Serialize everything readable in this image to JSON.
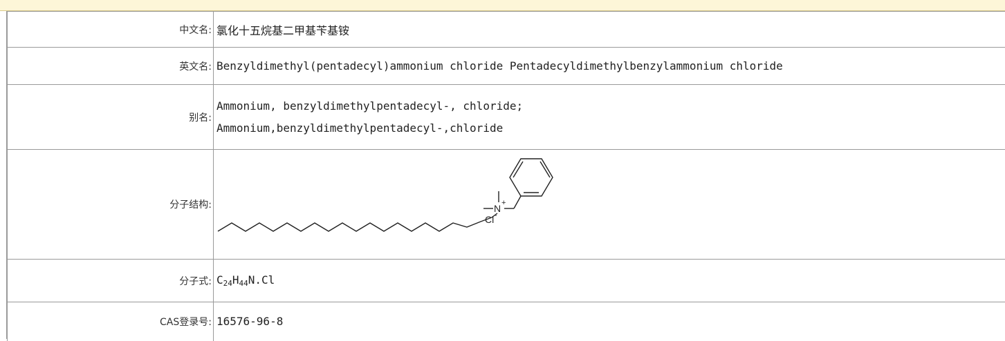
{
  "rows": {
    "chinese_name": {
      "label": "中文名:",
      "value": "氯化十五烷基二甲基苄基铵"
    },
    "english_name": {
      "label": "英文名:",
      "value": "Benzyldimethyl(pentadecyl)ammonium chloride Pentadecyldimethylbenzylammonium chloride"
    },
    "aliases": {
      "label": "别名:",
      "values": [
        "Ammonium, benzyldimethylpentadecyl-, chloride;",
        "Ammonium,benzyldimethylpentadecyl-,chloride"
      ]
    },
    "structure": {
      "label": "分子结构:",
      "atom_n": "N",
      "atom_n_charge": "+",
      "atom_cl": "Cl",
      "atom_cl_charge": "-"
    },
    "formula": {
      "label": "分子式:",
      "c": "C",
      "c_count": "24",
      "h": "H",
      "h_count": "44",
      "rest": "N.Cl"
    },
    "cas": {
      "label": "CAS登录号:",
      "value": "16576-96-8"
    }
  }
}
